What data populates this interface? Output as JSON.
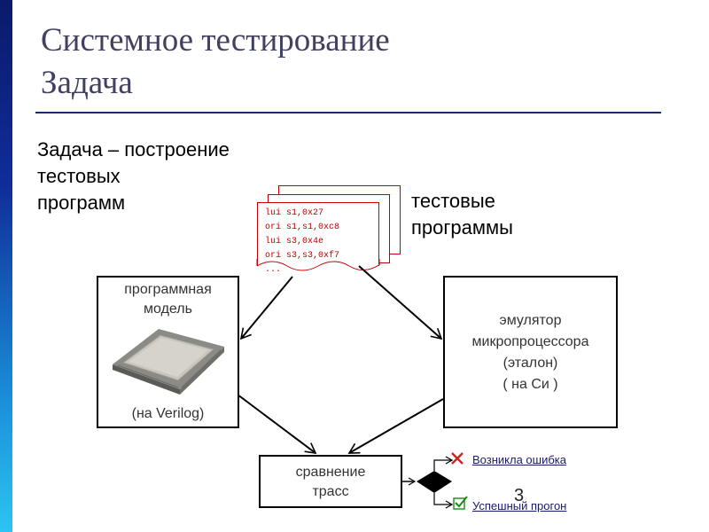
{
  "title": {
    "line1": "Системное тестирование",
    "line2": "Задача"
  },
  "task": {
    "line1": "Задача – построение",
    "line2": "тестовых",
    "line3": "программ"
  },
  "programs_label": {
    "line1": "тестовые",
    "line2": "программы"
  },
  "code": {
    "lines": [
      "lui s1,0x27",
      "ori s1,s1,0xc8",
      "lui s3,0x4e",
      "ori s3,s3,0xf7",
      "..."
    ]
  },
  "model_box": {
    "line1": "программная",
    "line2": "модель",
    "line3": "(на Verilog)"
  },
  "emulator_box": {
    "line1": "эмулятор",
    "line2": "микропроцессора",
    "line3": "(эталон)",
    "line4": "( на Си )"
  },
  "compare_box": {
    "line1": "сравнение",
    "line2": "трасс"
  },
  "results": {
    "error_label": "Возникла ошибка",
    "success_label": "Успешный прогон",
    "error_icon": "cross-icon",
    "success_icon": "checkmark-icon"
  },
  "page_number": "3",
  "colors": {
    "accent": "#c00000",
    "title": "#404060",
    "rule": "#1a2a7a"
  }
}
